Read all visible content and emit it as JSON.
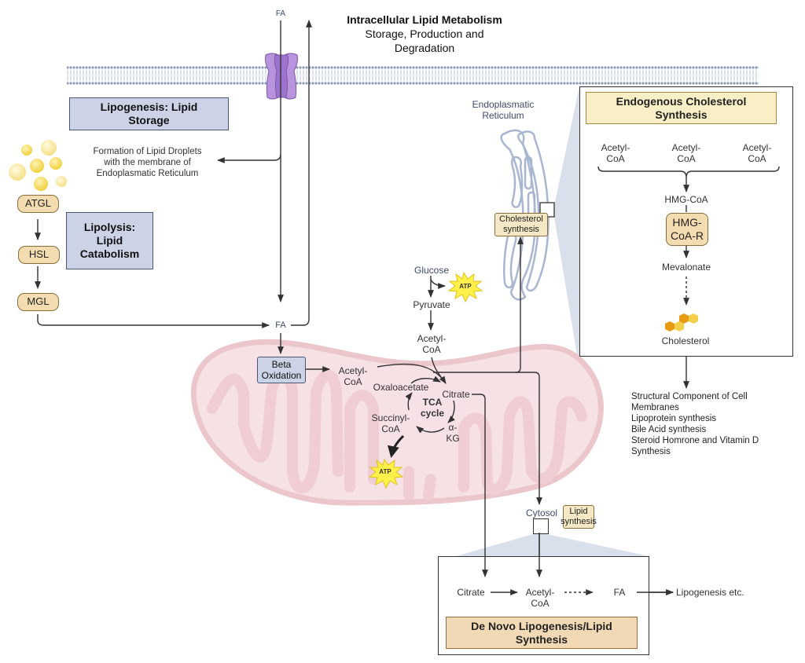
{
  "title": {
    "main": "Intracellular Lipid Metabolism",
    "sub_line1": "Storage, Production and",
    "sub_line2": "Degradation"
  },
  "membrane": {
    "fa_top_label": "FA",
    "transporter_icon": "membrane-transporter-icon"
  },
  "lipogenesis_box": {
    "line1": "Lipogenesis: Lipid",
    "line2": "Storage"
  },
  "droplet_text": {
    "line1": "Formation of Lipid Droplets",
    "line2": "with the membrane of",
    "line3": "Endoplasmatic Reticulum"
  },
  "lipolysis_box": {
    "line1": "Lipolysis:",
    "line2": "Lipid",
    "line3": "Catabolism"
  },
  "enzymes": [
    "ATGL",
    "HSL",
    "MGL"
  ],
  "fa_center_label": "FA",
  "beta_oxidation": {
    "line1": "Beta",
    "line2": "Oxidation"
  },
  "mito": {
    "acetyl_coa_left": {
      "line1": "Acetyl-",
      "line2": "CoA"
    },
    "oxaloacetate": "Oxaloacetate",
    "citrate": "Citrate",
    "tca": {
      "line1": "TCA",
      "line2": "cycle"
    },
    "succinyl": {
      "line1": "Succinyl-",
      "line2": "CoA"
    },
    "akg": {
      "line1": "α-",
      "line2": "KG"
    },
    "atp": "ATP"
  },
  "glycolysis": {
    "glucose": "Glucose",
    "atp": "ATP",
    "pyruvate": "Pyruvate",
    "acetyl_coa": {
      "line1": "Acetyl-",
      "line2": "CoA"
    }
  },
  "er": {
    "label_line1": "Endoplasmatic",
    "label_line2": "Reticulum",
    "cholesterol_tag": {
      "line1": "Cholesterol",
      "line2": "synthesis"
    }
  },
  "cholesterol_panel": {
    "title_line1": "Endogenous Cholesterol",
    "title_line2": "Synthesis",
    "acetyl": [
      {
        "line1": "Acetyl-",
        "line2": "CoA"
      },
      {
        "line1": "Acetyl-",
        "line2": "CoA"
      },
      {
        "line1": "Acetyl-",
        "line2": "CoA"
      }
    ],
    "hmg_coa": "HMG-CoA",
    "enzyme": {
      "line1": "HMG-",
      "line2": "CoA-R"
    },
    "mevalonate": "Mevalonate",
    "cholesterol": "Cholesterol",
    "colors": {
      "hex_dark": "#e89a12",
      "hex_light": "#f5cf4a"
    }
  },
  "cholesterol_uses": [
    "Structural Component of Cell",
    "Membranes",
    "Lipoprotein synthesis",
    "Bile Acid synthesis",
    "Steroid Homrone and Vitamin D",
    "Synthesis"
  ],
  "cytosol": {
    "label": "Cytosol",
    "tag": {
      "line1": "Lipid",
      "line2": "synthesis"
    }
  },
  "dnl_panel": {
    "citrate": "Citrate",
    "acetyl_coa": {
      "line1": "Acetyl-",
      "line2": "CoA"
    },
    "fa": "FA",
    "output": "Lipogenesis etc.",
    "title_line1": "De Novo Lipogenesis/Lipid",
    "title_line2": "Synthesis"
  },
  "colors": {
    "blue_box": "#cdd3e6",
    "tan_box": "#f3ddb0",
    "mito_fill": "#f6e1e4",
    "mito_stroke": "#e9c3c8",
    "er_stroke": "#a9b6d2",
    "zoom_wedge": "#d9dfeb",
    "atp_star": "#fff14a"
  }
}
